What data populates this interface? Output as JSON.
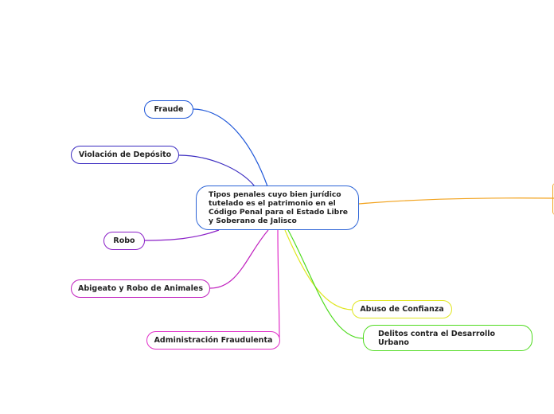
{
  "center": {
    "lines": [
      "Tipos penales cuyo bien jurídico",
      "tutelado es el patrimonio en el",
      "Código Penal para el Estado Libre",
      "y Soberano de Jalisco"
    ]
  },
  "branches": {
    "fraude": "Fraude",
    "violacion": "Violación de Depósito",
    "robo": "Robo",
    "abigeato": "Abigeato y Robo de Animales",
    "administracion": "Administración Fraudulenta",
    "abuso": "Abuso de Confianza",
    "delitos_lines": [
      "Delitos contra el Desarrollo",
      "Urbano"
    ]
  },
  "colors": {
    "fraude": "#1c55d8",
    "violacion": "#3a2bc0",
    "robo": "#8a1fc7",
    "abigeato": "#c01fbe",
    "administracion": "#e02ec8",
    "abuso": "#e0e620",
    "delitos": "#4fdb1f",
    "offscreen": "#f2a21c"
  }
}
